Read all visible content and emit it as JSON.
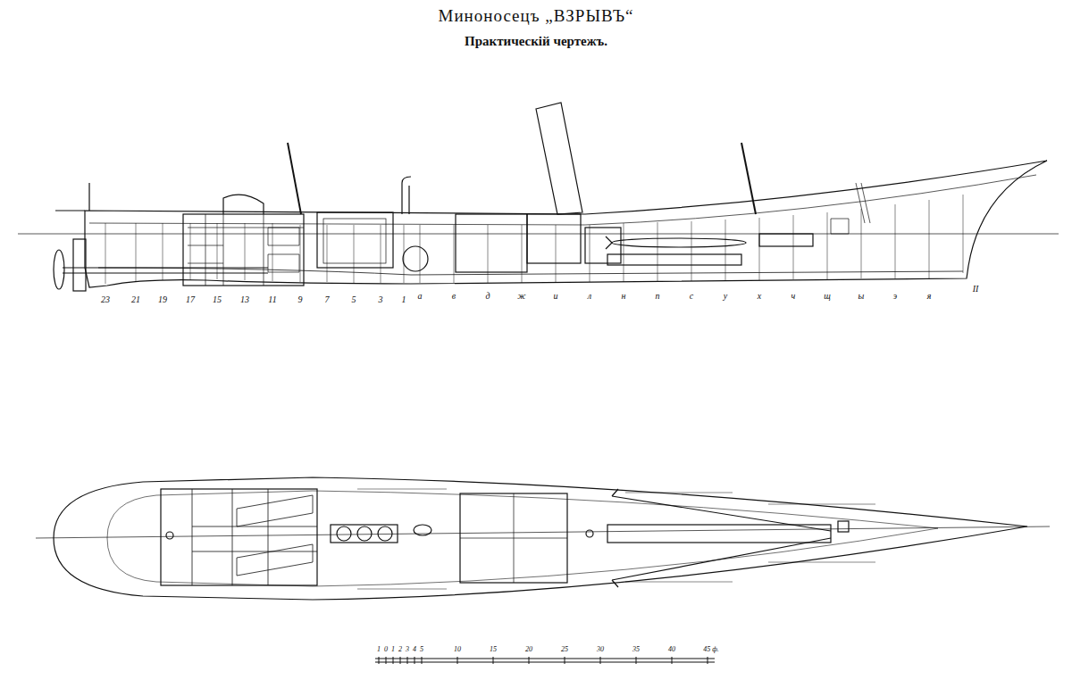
{
  "diagram": {
    "title": "Миноносецъ „ВЗРЫВЪ“",
    "labels": [
      "Практическій чертежъ.",
      "23",
      "21",
      "19",
      "17",
      "15",
      "13",
      "11",
      "9",
      "7",
      "5",
      "3",
      "1",
      "а",
      "в",
      "д",
      "ж",
      "и",
      "л",
      "н",
      "п",
      "с",
      "у",
      "х",
      "ч",
      "щ",
      "ы",
      "э",
      "я",
      "II",
      "1",
      "0",
      "1",
      "2",
      "3",
      "4",
      "5",
      "10",
      "15",
      "20",
      "25",
      "30",
      "35",
      "40",
      "45 ф."
    ]
  }
}
